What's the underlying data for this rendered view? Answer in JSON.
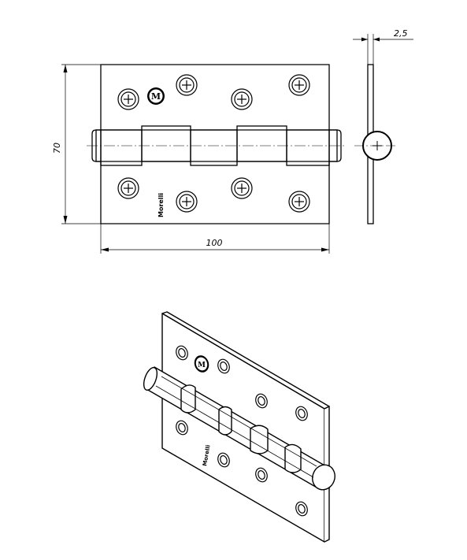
{
  "drawing": {
    "dimensions": {
      "height": "70",
      "width": "100",
      "thickness": "2,5"
    },
    "logo_mark": "M",
    "brand_text": "Morelli",
    "line_color": "#000000",
    "background_color": "#ffffff"
  }
}
